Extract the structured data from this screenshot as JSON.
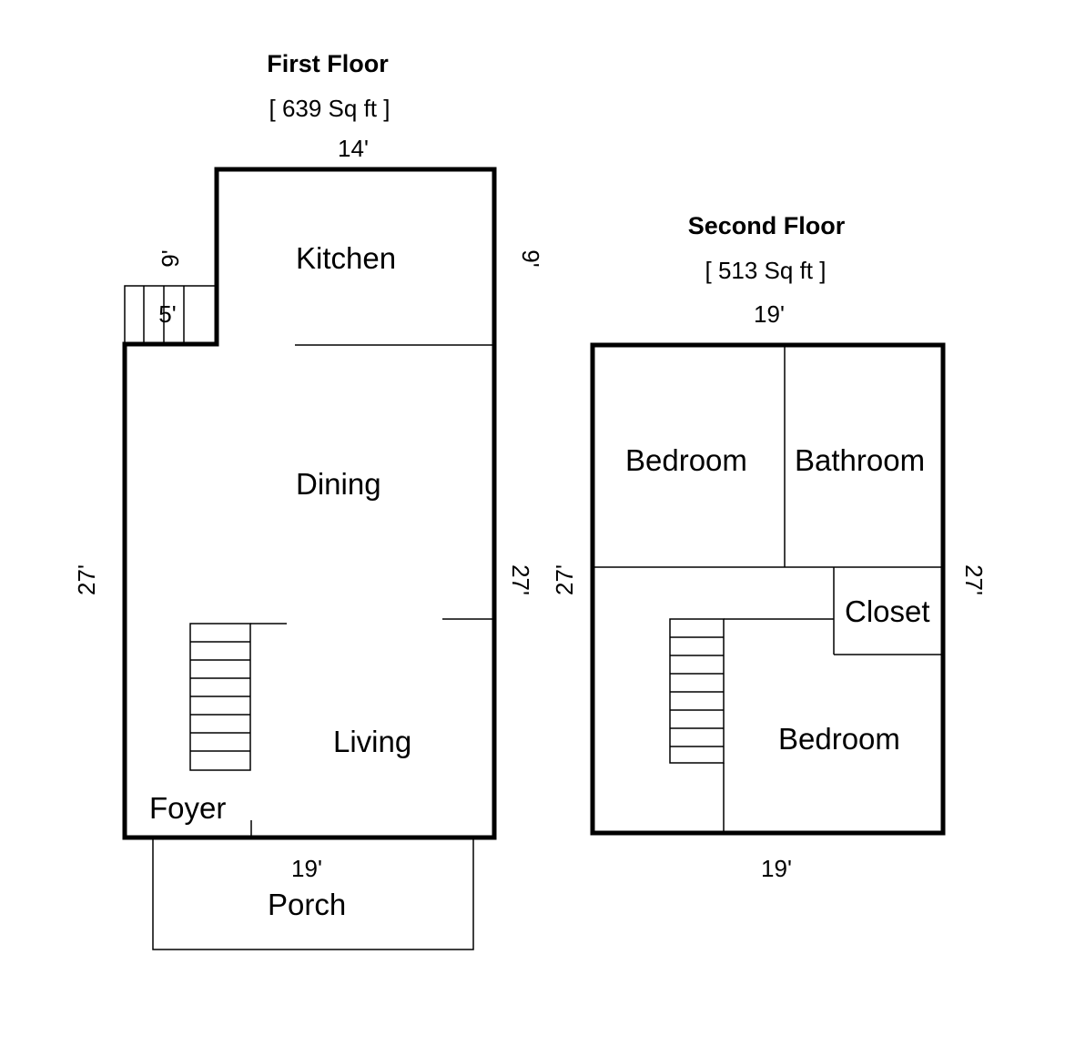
{
  "first_floor": {
    "title": "First Floor",
    "area": "[ 639 Sq ft ]",
    "rooms": {
      "kitchen": "Kitchen",
      "dining": "Dining",
      "living": "Living",
      "foyer": "Foyer",
      "porch": "Porch"
    },
    "dimensions": {
      "top": "14'",
      "kitchen_left": "9'",
      "stair_width": "5'",
      "kitchen_right": "9'",
      "left": "27'",
      "right": "27'",
      "bottom": "19'"
    }
  },
  "second_floor": {
    "title": "Second Floor",
    "area": "[ 513 Sq ft ]",
    "rooms": {
      "bedroom_1": "Bedroom",
      "bathroom": "Bathroom",
      "closet": "Closet",
      "bedroom_2": "Bedroom"
    },
    "dimensions": {
      "top": "19'",
      "left": "27'",
      "right": "27'",
      "bottom": "19'"
    }
  }
}
